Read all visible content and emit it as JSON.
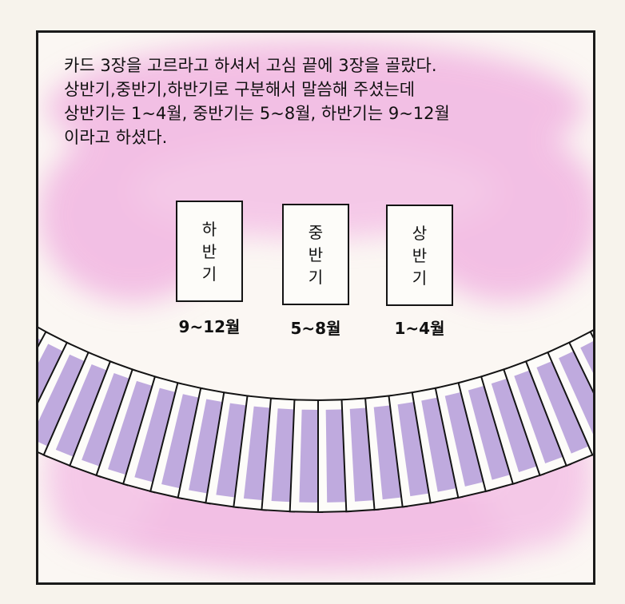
{
  "caption": {
    "line1": "카드 3장을 고르라고 하셔서 고심 끝에 3장을 골랐다.",
    "line2": "상반기,중반기,하반기로 구분해서 말씀해 주셨는데",
    "line3": "상반기는 1~4월, 중반기는 5~8월, 하반기는 9~12월",
    "line4": "이라고 하셨다."
  },
  "cards": [
    {
      "chars": [
        "하",
        "반",
        "기"
      ],
      "label": "9~12월"
    },
    {
      "chars": [
        "중",
        "반",
        "기"
      ],
      "label": "5~8월"
    },
    {
      "chars": [
        "상",
        "반",
        "기"
      ],
      "label": "1~4월"
    }
  ],
  "colors": {
    "pink_wash": "#e98fd6",
    "lavender_fill": "#a98fd4",
    "ink": "#141414",
    "paper": "#fdfcf9"
  }
}
